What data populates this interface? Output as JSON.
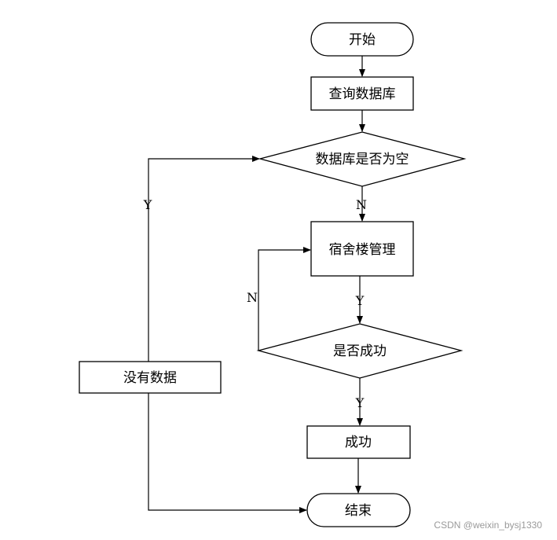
{
  "nodes": {
    "start": "开始",
    "query_db": "查询数据库",
    "db_empty": "数据库是否为空",
    "dorm_mgmt": "宿舍楼管理",
    "success_check": "是否成功",
    "success": "成功",
    "no_data": "没有数据",
    "end": "结束"
  },
  "edge_labels": {
    "db_empty_no": "N",
    "db_empty_yes": "Y",
    "mgmt_to_check": "Y",
    "check_no": "N",
    "check_yes": "Y"
  },
  "watermark": "CSDN @weixin_bysj1330",
  "colors": {
    "stroke": "#000000",
    "fill": "#ffffff",
    "text": "#000000",
    "watermark": "#9a9a9a"
  }
}
